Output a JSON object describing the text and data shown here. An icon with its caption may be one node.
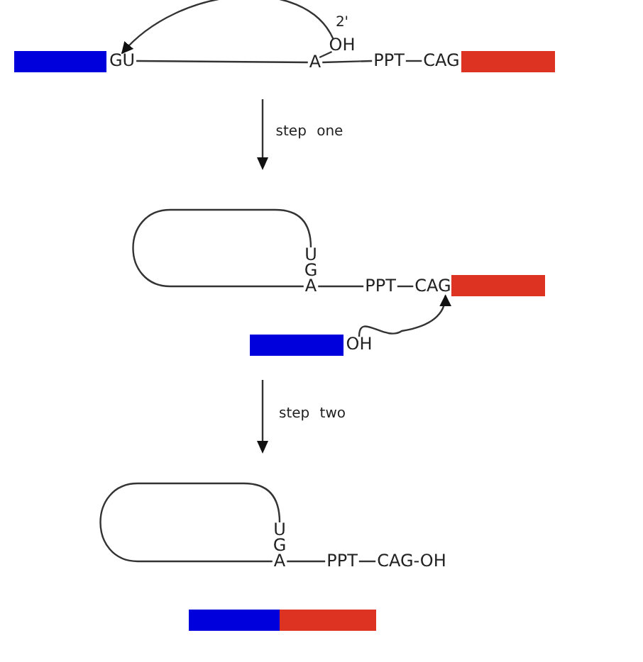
{
  "diagram": {
    "nodes": [
      {
        "text": [],
        "shape": "bar"
      },
      {
        "text": [
          "GU"
        ]
      },
      {
        "text": [
          "OH"
        ]
      },
      {
        "text": [
          "A"
        ]
      },
      {
        "text": [
          "PPT"
        ]
      },
      {
        "text": [
          "CAG"
        ]
      },
      {
        "text": [],
        "shape": "bar"
      },
      {
        "text": [
          "U"
        ]
      },
      {
        "text": [
          "G"
        ]
      },
      {
        "text": [
          "A"
        ]
      },
      {
        "text": [
          "PPT"
        ]
      },
      {
        "text": [
          "CAG"
        ]
      },
      {
        "text": [],
        "shape": "bar"
      },
      {
        "text": [],
        "shape": "bar"
      },
      {
        "text": [
          "OH"
        ]
      },
      {
        "text": [
          "U"
        ]
      },
      {
        "text": [
          "G"
        ]
      },
      {
        "text": [
          "A"
        ]
      },
      {
        "text": [
          "PPT"
        ]
      },
      {
        "text": [
          "CAG-OH"
        ]
      },
      {
        "text": [],
        "shape": "bar"
      },
      {
        "text": [],
        "shape": "bar"
      }
    ],
    "edges": [
      {
        "from": 1,
        "to": 3,
        "arrow": "none"
      },
      {
        "from": 3,
        "to": 4,
        "arrow": "none"
      },
      {
        "from": 4,
        "to": 5,
        "arrow": "none"
      },
      {
        "from": 3,
        "to": 2,
        "arrow": "none"
      },
      {
        "from": 2,
        "to": 1,
        "arrow": "to"
      },
      {
        "from": 9,
        "to": 7,
        "arrow": "none"
      },
      {
        "from": 9,
        "to": 10,
        "arrow": "none"
      },
      {
        "from": 10,
        "to": 11,
        "arrow": "none"
      },
      {
        "from": 14,
        "to": 11,
        "arrow": "to"
      },
      {
        "from": 17,
        "to": 15,
        "arrow": "none"
      },
      {
        "from": 17,
        "to": 18,
        "arrow": "none"
      },
      {
        "from": 18,
        "to": 19,
        "arrow": "none"
      }
    ],
    "labels": [
      "2'",
      "step one",
      "step two"
    ]
  }
}
